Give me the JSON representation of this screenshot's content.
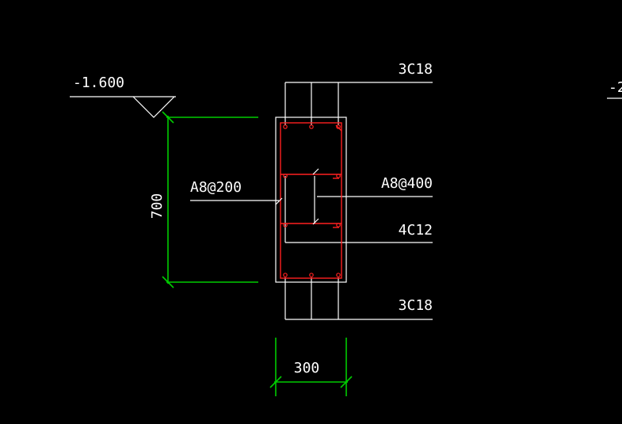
{
  "labels": {
    "elevation": "-1.600",
    "top_bars": "3C18",
    "stirrup_main": "A8@200",
    "stirrup_tie": "A8@400",
    "side_bars": "4C12",
    "bottom_bars": "3C18",
    "height_dim": "700",
    "width_dim": "300",
    "cut_off_text": "-2"
  },
  "colors": {
    "background": "#000000",
    "lines": "#ffffff",
    "dimension": "#00cc00",
    "rebar": "#ff2020"
  }
}
